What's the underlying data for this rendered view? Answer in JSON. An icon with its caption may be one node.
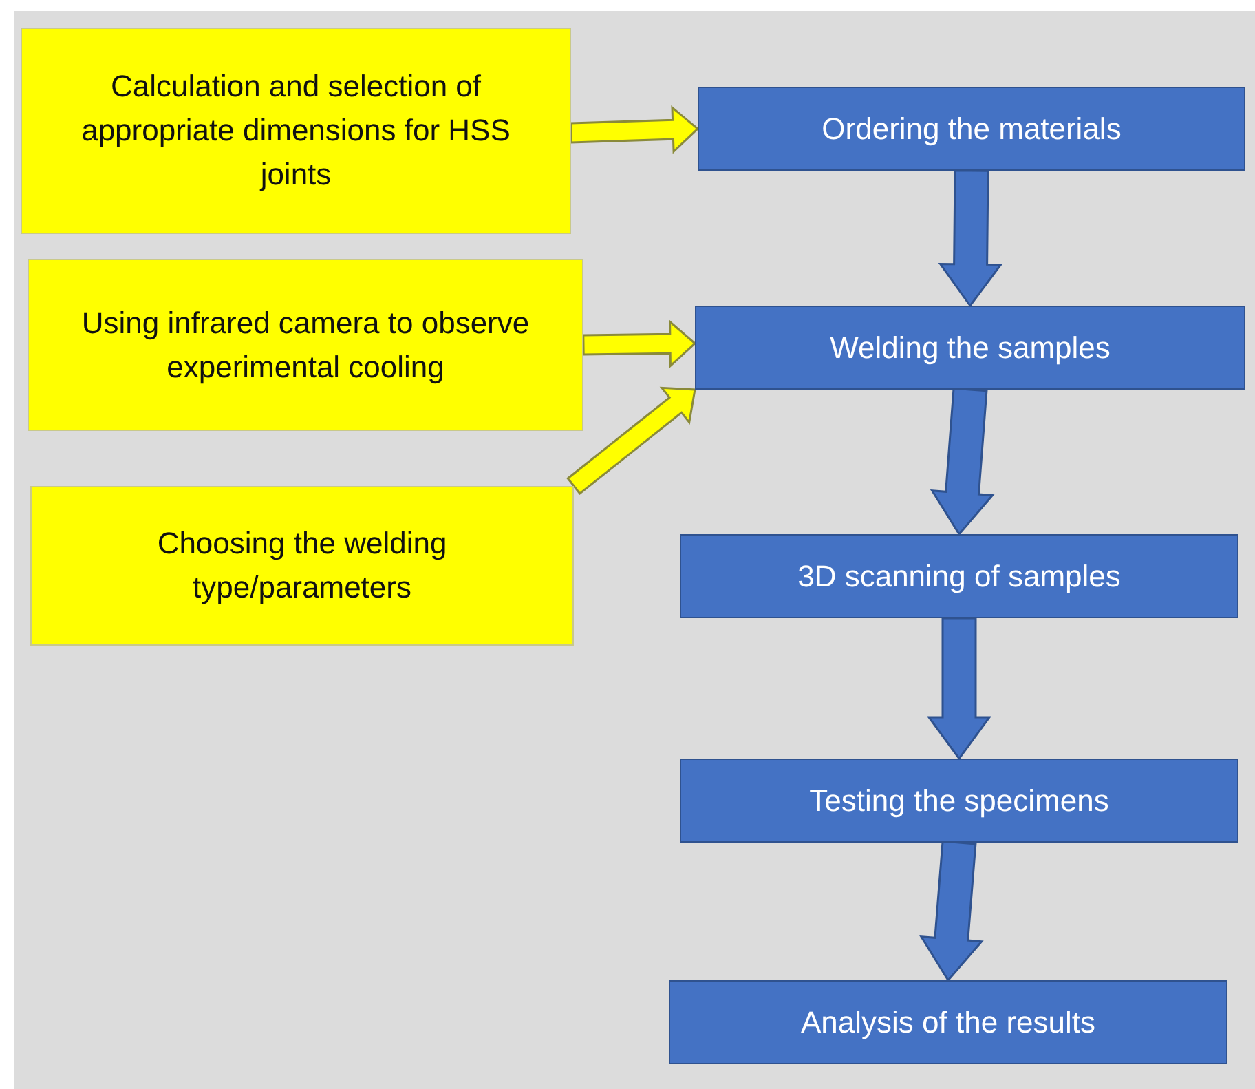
{
  "diagram": {
    "nodes": [
      {
        "text": [
          "Calculation and selection of appropriate dimensions for HSS joints"
        ]
      },
      {
        "text": [
          "Ordering the materials"
        ]
      },
      {
        "text": [
          "Using infrared camera to observe experimental cooling"
        ]
      },
      {
        "text": [
          "Welding the samples"
        ]
      },
      {
        "text": [
          "Choosing the welding type/parameters"
        ]
      },
      {
        "text": [
          "3D scanning of samples"
        ]
      },
      {
        "text": [
          "Testing the specimens"
        ]
      },
      {
        "text": [
          "Analysis of the results"
        ]
      }
    ],
    "edges": [
      {
        "from": 0,
        "to": 1,
        "arrow": "to",
        "color": "#ffff00"
      },
      {
        "from": 1,
        "to": 3,
        "arrow": "to"
      },
      {
        "from": 2,
        "to": 3,
        "arrow": "to",
        "color": "#ffff00"
      },
      {
        "from": 4,
        "to": 3,
        "arrow": "to",
        "color": "#ffff00"
      },
      {
        "from": 3,
        "to": 5,
        "arrow": "to"
      },
      {
        "from": 5,
        "to": 6,
        "arrow": "to"
      },
      {
        "from": 6,
        "to": 7,
        "arrow": "to"
      }
    ]
  }
}
